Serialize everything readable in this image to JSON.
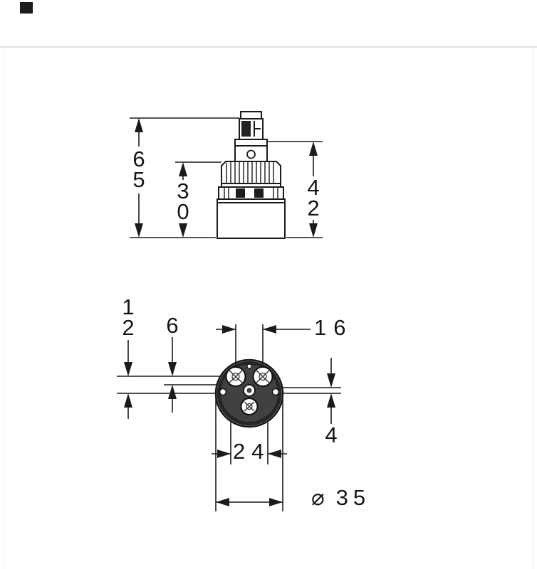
{
  "page": {
    "background": "#ffffff",
    "divider_color": "#e0e0e0",
    "edge_line_color": "#ececec",
    "ink_color": "#1a1a1a"
  },
  "logo": {
    "color": "#1c1c1c"
  },
  "drawing": {
    "side_view": {
      "dim_total_height": "65",
      "dim_upper_section": "30",
      "dim_lower_section": "42"
    },
    "bottom_view": {
      "dim_port_offset": "12",
      "dim_center_offset": "6",
      "dim_top_port_spacing": "16",
      "dim_side_offset": "4",
      "dim_bottom_spacing": "24",
      "dim_diameter_symbol": "⌀",
      "dim_diameter_value": "35"
    }
  }
}
